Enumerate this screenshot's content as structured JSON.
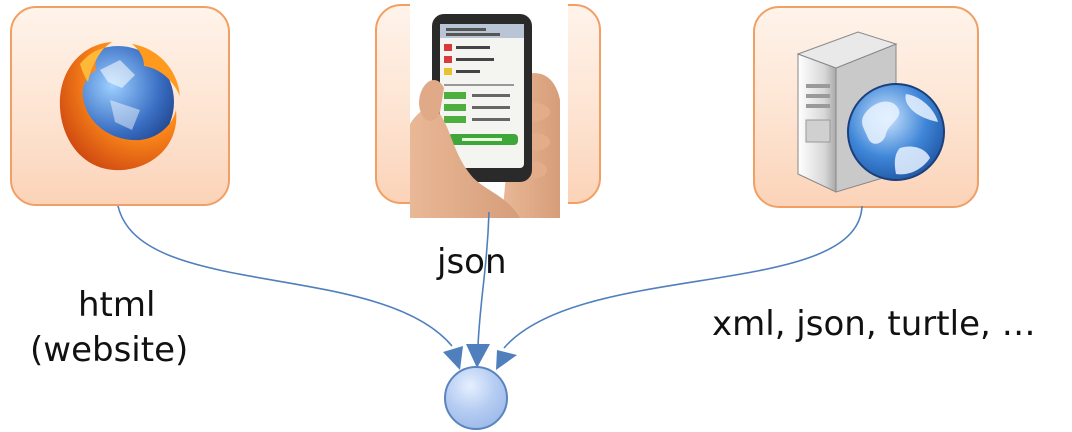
{
  "clients": {
    "browser": {
      "icon": "firefox-browser-icon"
    },
    "mobile": {
      "icon": "smartphone-in-hand-icon"
    },
    "server": {
      "icon": "web-server-icon"
    }
  },
  "labels": {
    "json": "json",
    "html_line1": "html",
    "html_line2": "(website)",
    "formats": "xml, json, turtle, …"
  },
  "colors": {
    "box_border": "#f0a064",
    "box_fill": "#fde4d2",
    "arrow": "#4f80bd",
    "endpoint_fill": "#b6cdf2",
    "endpoint_border": "#5b84bd"
  }
}
